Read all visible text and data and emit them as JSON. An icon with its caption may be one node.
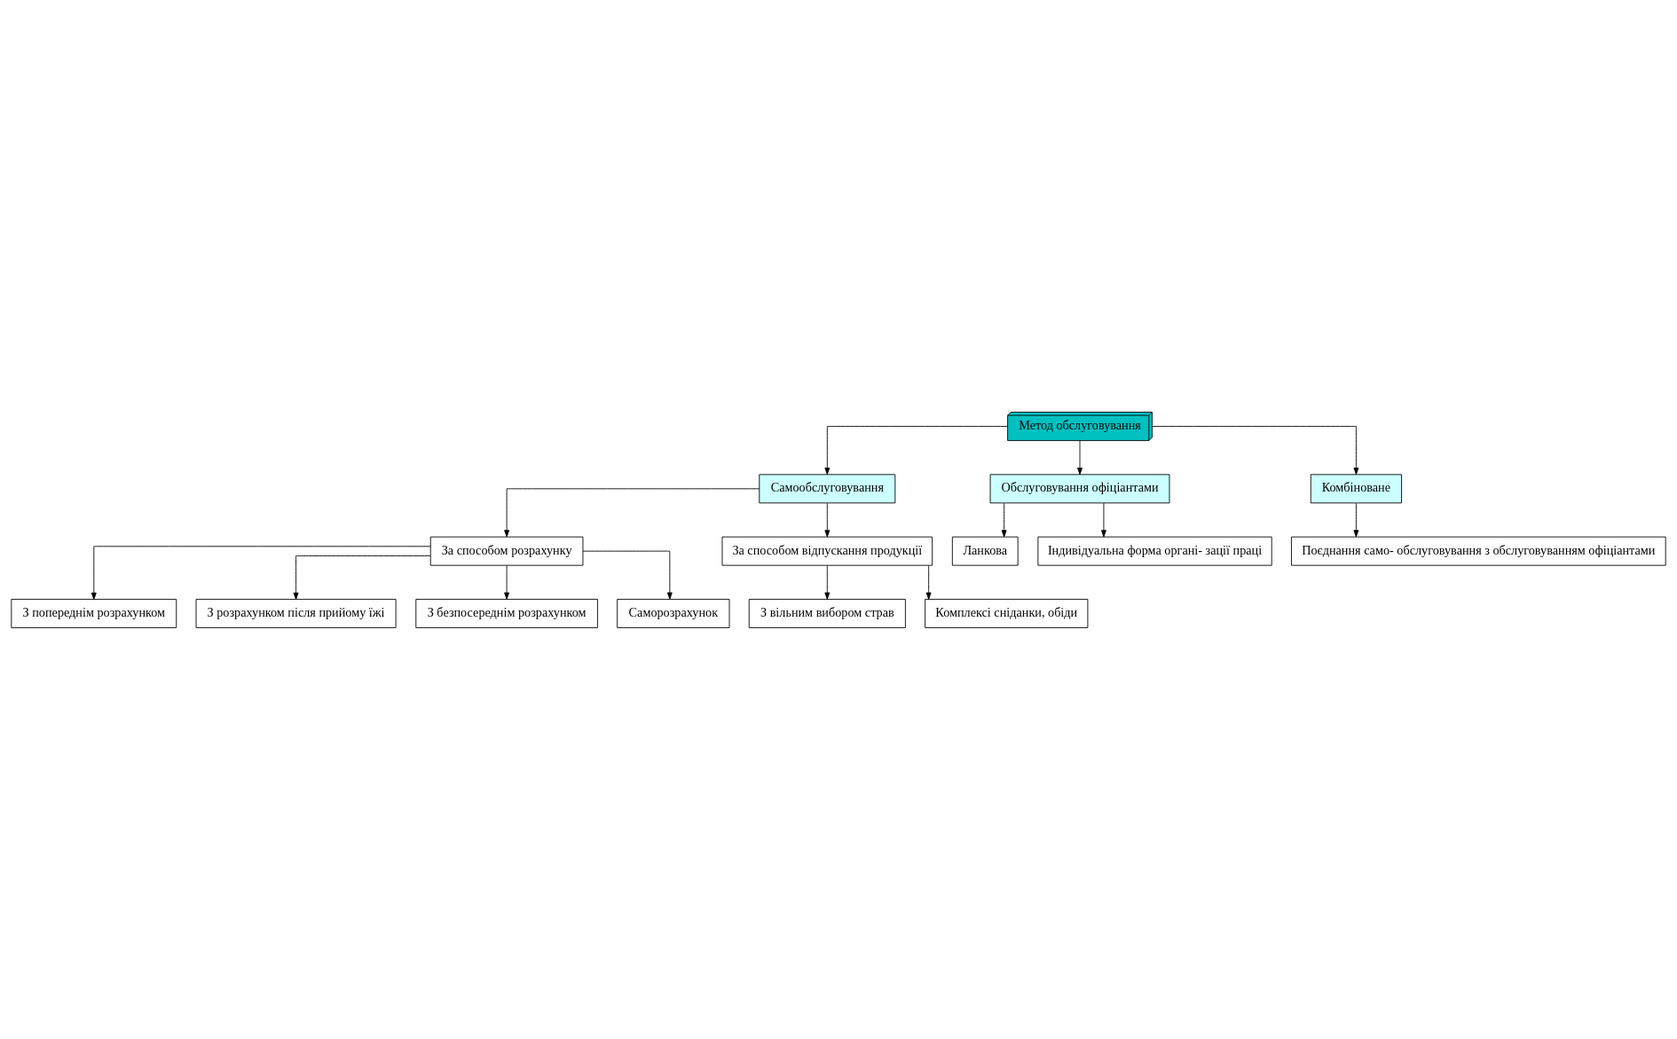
{
  "diagram": {
    "nodes": [
      {
        "text": [
          "Метод обслуговування"
        ]
      },
      {
        "text": [
          "Самообслуговування"
        ]
      },
      {
        "text": [
          "Обслуговування офіціантами"
        ]
      },
      {
        "text": [
          "Комбіноване"
        ]
      },
      {
        "text": [
          "За способом розрахунку"
        ]
      },
      {
        "text": [
          "За способом відпускання продукції"
        ]
      },
      {
        "text": [
          "Ланкова"
        ]
      },
      {
        "text": [
          "Індивідуальна форма органі- зації праці"
        ]
      },
      {
        "text": [
          "Поєднання само- обслуговування з обслуговуванням офіціантами"
        ]
      },
      {
        "text": [
          "З попереднім розрахунком"
        ]
      },
      {
        "text": [
          "З розрахунком після прийому їжі"
        ]
      },
      {
        "text": [
          "З безпосереднім розрахунком"
        ]
      },
      {
        "text": [
          "Саморозрахунок"
        ]
      },
      {
        "text": [
          "З вільним вибором страв"
        ]
      },
      {
        "text": [
          "Комплексі сніданки, обіди"
        ]
      }
    ],
    "edges": [
      {
        "from": 0,
        "to": 1,
        "arrow": "to"
      },
      {
        "from": 0,
        "to": 2,
        "arrow": "to"
      },
      {
        "from": 0,
        "to": 3,
        "arrow": "to"
      },
      {
        "from": 1,
        "to": 4,
        "arrow": "to"
      },
      {
        "from": 1,
        "to": 5,
        "arrow": "to"
      },
      {
        "from": 2,
        "to": 6,
        "arrow": "to"
      },
      {
        "from": 2,
        "to": 7,
        "arrow": "to"
      },
      {
        "from": 3,
        "to": 8,
        "arrow": "to"
      },
      {
        "from": 4,
        "to": 9,
        "arrow": "to"
      },
      {
        "from": 4,
        "to": 10,
        "arrow": "to"
      },
      {
        "from": 4,
        "to": 11,
        "arrow": "to"
      },
      {
        "from": 4,
        "to": 12,
        "arrow": "to"
      },
      {
        "from": 5,
        "to": 13,
        "arrow": "to"
      },
      {
        "from": 5,
        "to": 14,
        "arrow": "to"
      }
    ]
  }
}
